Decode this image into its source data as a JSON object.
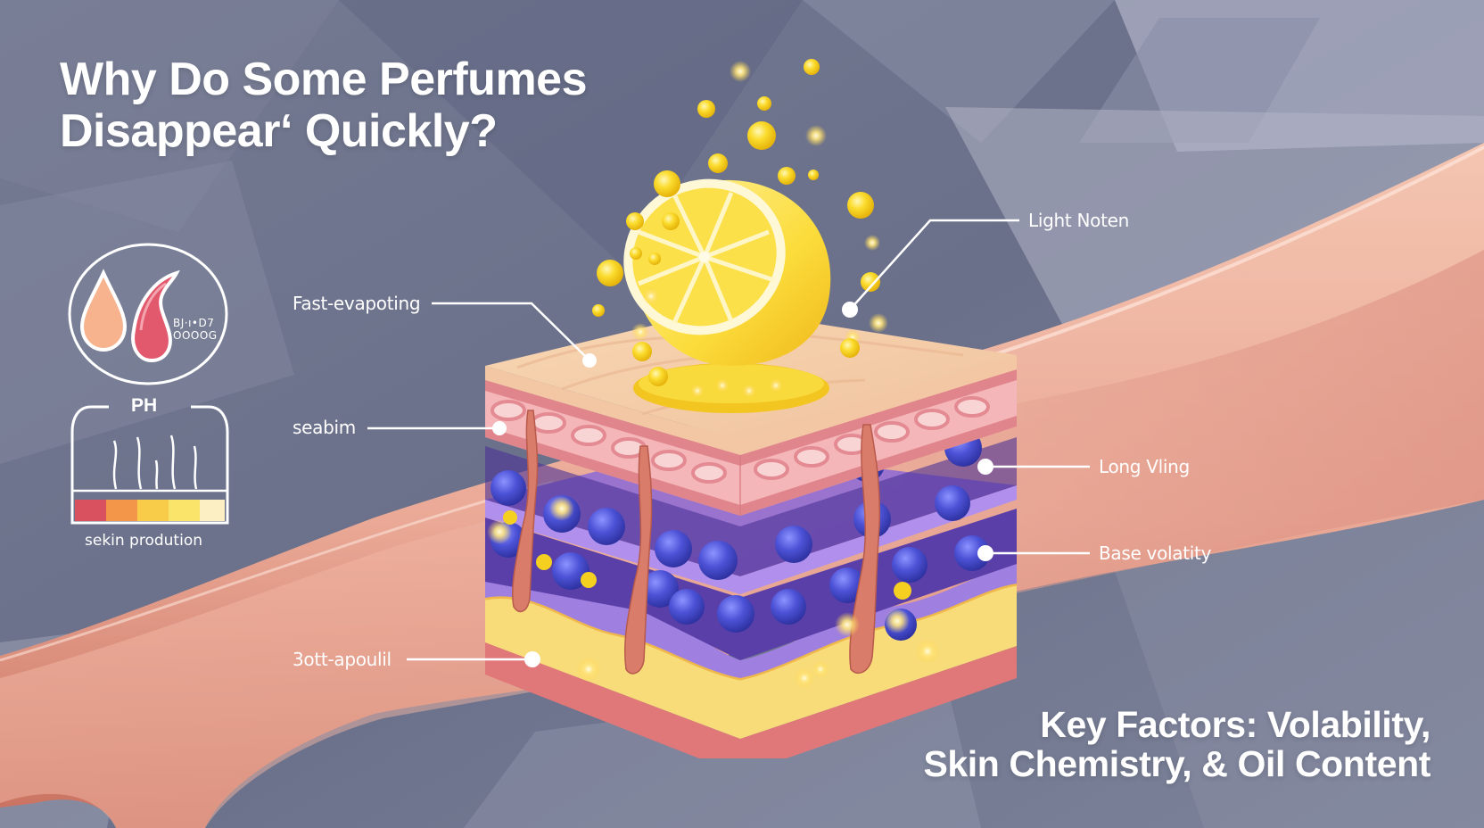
{
  "header": {
    "title_line1": "Why Do Some Perfumes",
    "title_line2": "Disappear‘ Quickly?"
  },
  "left_panel": {
    "skin_icon": {
      "icon": "oil-drops-icon",
      "text_line1": "BJ·ı•D7",
      "text_line2": "OOOOG"
    },
    "ph_gauge": {
      "title": "PH",
      "icon": "ph-scale-icon",
      "scale_colors": [
        "#d9505e",
        "#f4964a",
        "#f8cc48",
        "#fbe46a",
        "#fcefc4"
      ],
      "caption": "sekin prodution"
    }
  },
  "illustration": {
    "icon": "skin-layers-cross-section-icon",
    "top_object": "lemon-slice-icon",
    "colors": {
      "background": "#6b7188",
      "skin": "#f0b6a0",
      "epidermis_top": "#f6d2ad",
      "dermis_pink": "#f0a9ac",
      "lipid_purple": "#9a78d8",
      "molecule_blue": "#4a4fd0",
      "fat_yellow": "#f8dc7a",
      "lemon_yellow": "#fbe04a",
      "droplet_gold": "#f7cb1e"
    }
  },
  "callouts": {
    "left": [
      {
        "label": "Fast-evapoting"
      },
      {
        "label": "seabim"
      },
      {
        "label": "3ott-apoulil"
      }
    ],
    "right": [
      {
        "label": "Light Noten"
      },
      {
        "label": "Long Vling"
      },
      {
        "label": "Base volatity"
      }
    ]
  },
  "footer": {
    "line1": "Key Factors: Volability,",
    "line2": "Skin Chemistry, & Oil Content"
  }
}
